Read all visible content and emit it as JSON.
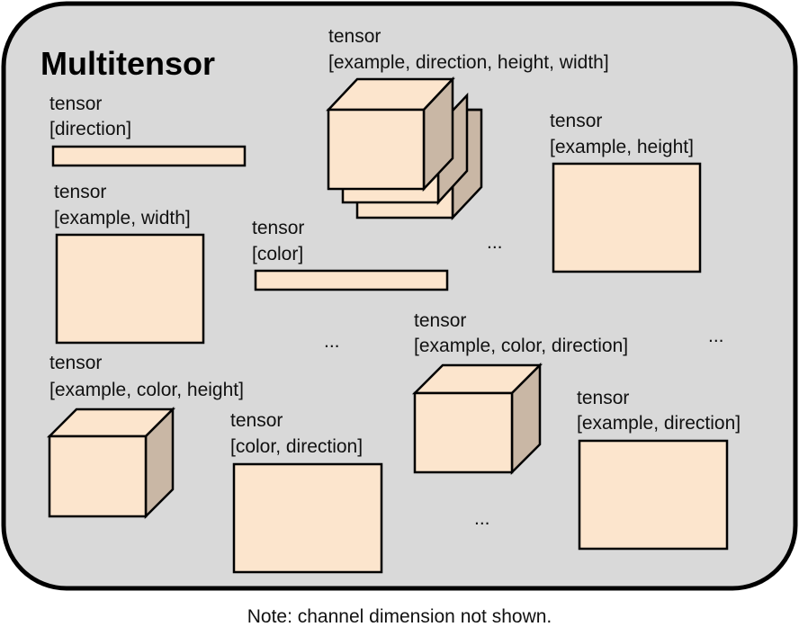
{
  "title": "Multitensor",
  "note": "Note: channel dimension not shown.",
  "ellipsis": "...",
  "colors": {
    "panel_fill": "#d9d9d9",
    "panel_stroke": "#000000",
    "shape_face": "#fce5cd",
    "shape_side": "#c9b7a5",
    "shape_stroke": "#000000"
  },
  "tensors": [
    {
      "id": "direction",
      "kind": "bar",
      "line1": "tensor",
      "line2": "[direction]"
    },
    {
      "id": "example-direction-height-width",
      "kind": "cube-stack",
      "line1": "tensor",
      "line2": "[example, direction, height, width]"
    },
    {
      "id": "example-height",
      "kind": "rect",
      "line1": "tensor",
      "line2": "[example, height]"
    },
    {
      "id": "example-width",
      "kind": "rect",
      "line1": "tensor",
      "line2": "[example, width]"
    },
    {
      "id": "color",
      "kind": "bar",
      "line1": "tensor",
      "line2": "[color]"
    },
    {
      "id": "example-color-direction",
      "kind": "cube",
      "line1": "tensor",
      "line2": "[example, color, direction]"
    },
    {
      "id": "example-color-height",
      "kind": "cube",
      "line1": "tensor",
      "line2": "[example, color, height]"
    },
    {
      "id": "color-direction",
      "kind": "rect",
      "line1": "tensor",
      "line2": "[color, direction]"
    },
    {
      "id": "example-direction",
      "kind": "rect",
      "line1": "tensor",
      "line2": "[example, direction]"
    }
  ]
}
